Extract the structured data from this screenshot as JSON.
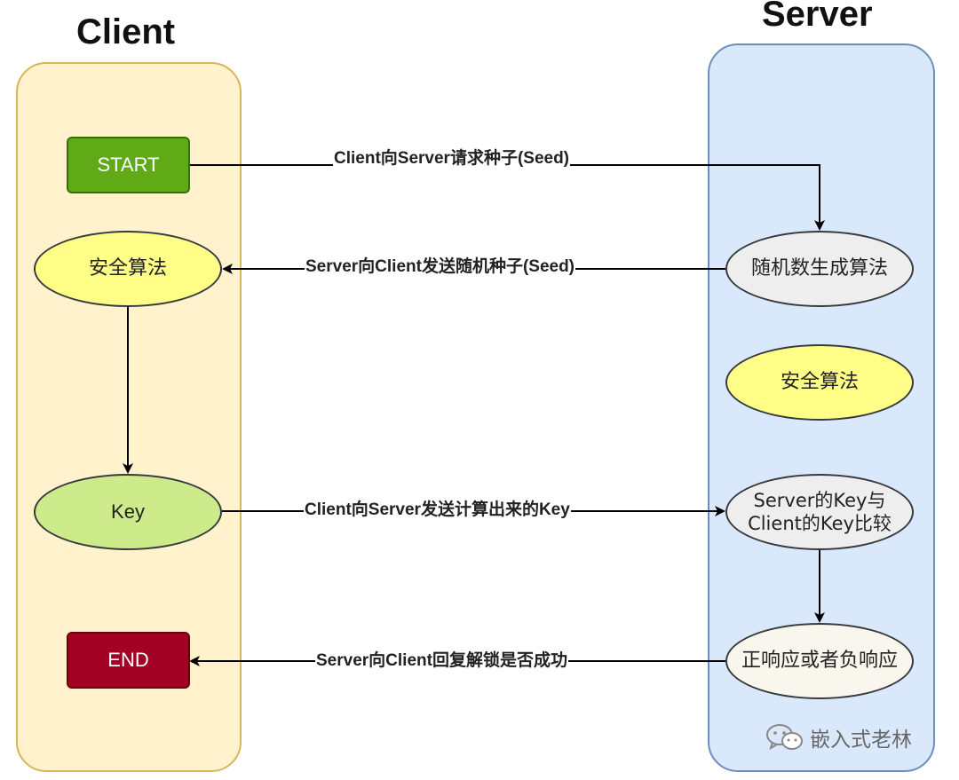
{
  "lanes": {
    "client": {
      "title": "Client"
    },
    "server": {
      "title": "Server"
    }
  },
  "nodes": {
    "start": "START",
    "client_algorithm": "安全算法",
    "key": "Key",
    "end": "END",
    "random_generator": "随机数生成算法",
    "server_algorithm": "安全算法",
    "compare_line1": "Server的Key与",
    "compare_line2": "Client的Key比较",
    "response": "正响应或者负响应"
  },
  "edges": {
    "request_seed": "Client向Server请求种子(Seed)",
    "send_seed": "Server向Client发送随机种子(Seed)",
    "send_key": "Client向Server发送计算出来的Key",
    "reply_unlock": "Server向Client回复解锁是否成功"
  },
  "watermark": {
    "text": "嵌入式老林"
  },
  "colors": {
    "client_lane": "#fff2cc",
    "server_lane": "#dae8fc",
    "start": "#60a917",
    "end": "#a20025",
    "algorithm": "#ffff88",
    "key": "#cdeb8b"
  }
}
